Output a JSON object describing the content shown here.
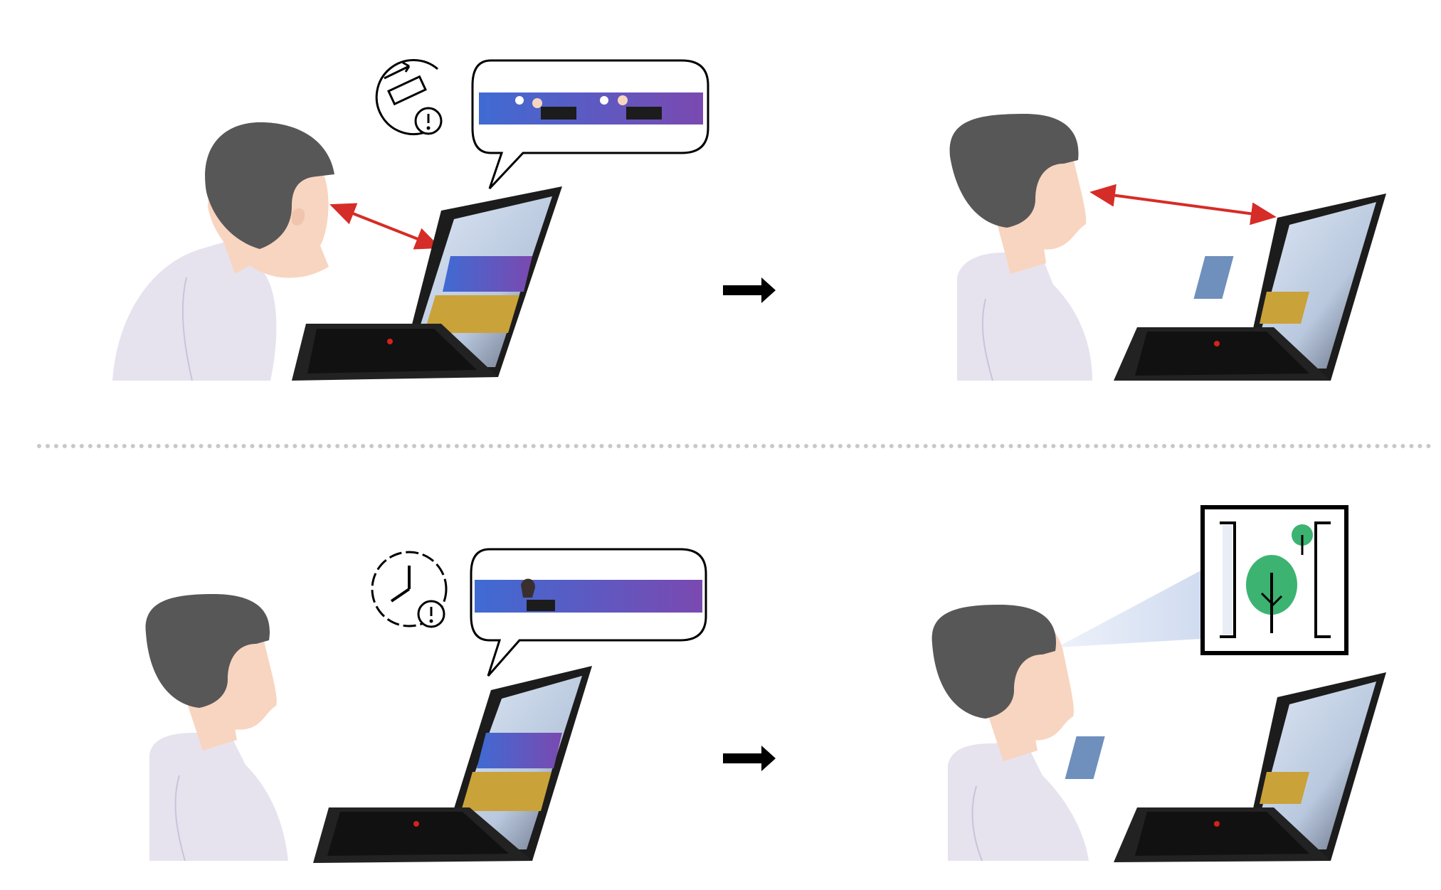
{
  "colors": {
    "skin": "#f8d5c0",
    "hair": "#585757",
    "shirt": "#e6e3ef",
    "shirt_line": "#c9c4d8",
    "laptop": "#1c1c1c",
    "distance_arrow": "#d62c27",
    "trackpoint": "#d6211c",
    "banner_blue": "#3f6bd3",
    "banner_purple": "#7a49b0",
    "tree_green": "#3cb371",
    "light_cone": "#dbe3f3",
    "arrow": "#000000",
    "divider": "#c8c8c8"
  },
  "panels": [
    {
      "id": "distance-alert",
      "icons": [
        "ruler-icon",
        "warning-icon"
      ],
      "popup": "distance-notification-banner",
      "state": "too-close"
    },
    {
      "id": "distance-ok",
      "state": "proper-distance"
    },
    {
      "id": "break-alert",
      "icons": [
        "clock-icon",
        "warning-icon"
      ],
      "popup": "break-reminder-banner",
      "state": "long-screen-time"
    },
    {
      "id": "eye-rest",
      "icons": [
        "window-tree-icon"
      ],
      "state": "looking-away"
    }
  ],
  "transitions": [
    "right-arrow-icon",
    "right-arrow-icon"
  ]
}
